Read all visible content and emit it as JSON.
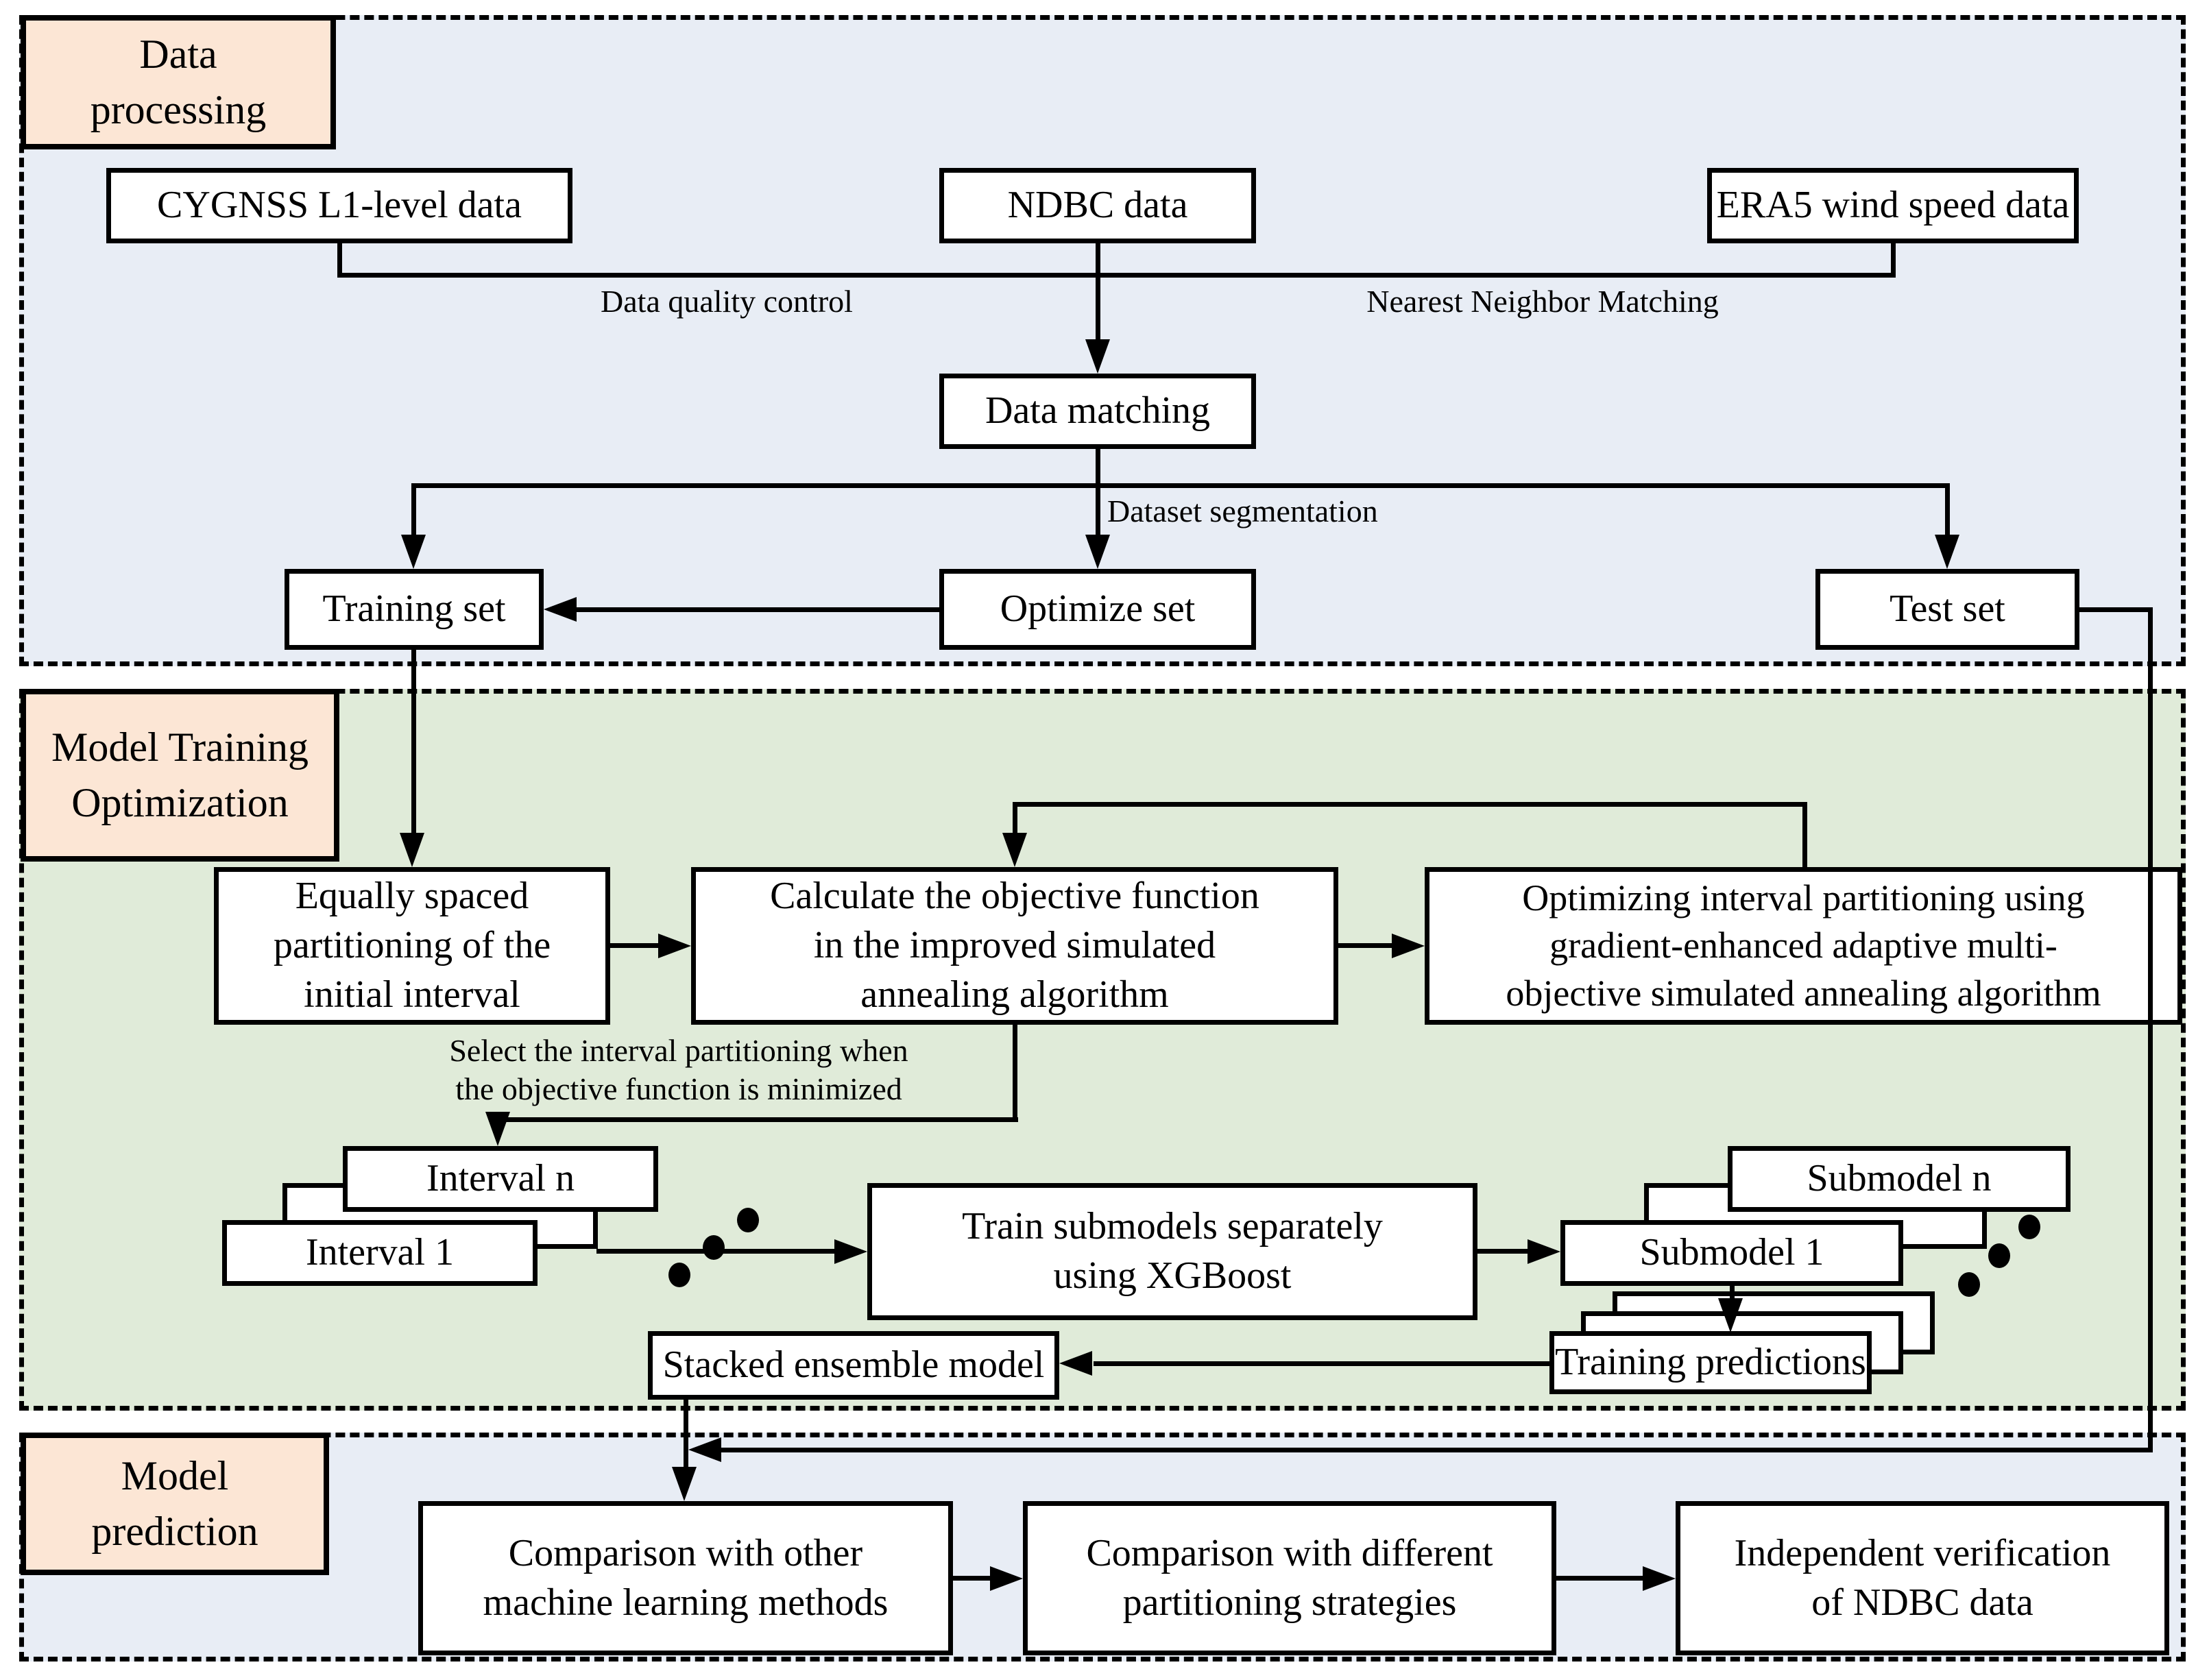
{
  "colors": {
    "section_blue": "#e8edf5",
    "section_green": "#e0ebd9",
    "label_peach": "#fce6d5",
    "line_black": "#000000",
    "box_white": "#ffffff"
  },
  "sections": {
    "data_processing": {
      "label": "Data\nprocessing"
    },
    "model_training": {
      "label": "Model Training\nOptimization"
    },
    "model_prediction": {
      "label": "Model\nprediction"
    }
  },
  "boxes": {
    "cygnss": "CYGNSS L1-level data",
    "ndbc": "NDBC data",
    "era5": "ERA5 wind speed data",
    "data_matching": "Data matching",
    "training_set": "Training set",
    "optimize_set": "Optimize set",
    "test_set": "Test set",
    "equally_spaced": "Equally spaced\npartitioning of the\ninitial interval",
    "calculate_objective": "Calculate the objective function\nin the improved simulated\nannealing algorithm",
    "optimizing_interval": "Optimizing interval partitioning using\ngradient-enhanced adaptive multi-\nobjective simulated annealing algorithm",
    "interval_n": "Interval n",
    "interval_1": "Interval 1",
    "train_submodels": "Train submodels separately\nusing XGBoost",
    "submodel_n": "Submodel n",
    "submodel_1": "Submodel 1",
    "training_predictions": "Training predictions",
    "stacked_ensemble": "Stacked ensemble model",
    "comparison_other": "Comparison with other\nmachine learning methods",
    "comparison_partitioning": "Comparison with different\npartitioning strategies",
    "independent_verification": "Independent verification\nof NDBC data"
  },
  "edge_labels": {
    "data_quality": "Data quality control",
    "nearest_neighbor": "Nearest Neighbor Matching",
    "dataset_segmentation": "Dataset segmentation",
    "select_interval": "Select the interval partitioning when\nthe objective function is minimized"
  }
}
